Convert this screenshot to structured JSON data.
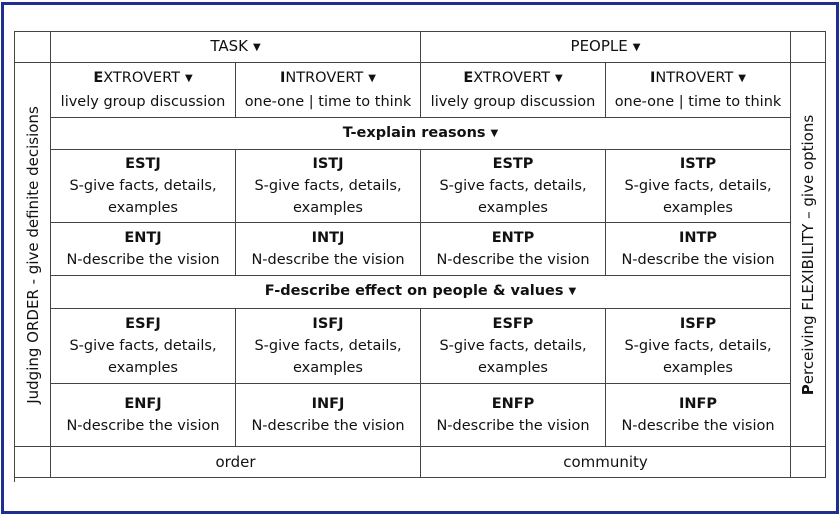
{
  "header": {
    "task": "TASK",
    "people": "PEOPLE"
  },
  "subheader": [
    {
      "letter": "E",
      "rest": "XTROVERT",
      "desc": "lively group discussion"
    },
    {
      "letter": "I",
      "rest": "NTROVERT",
      "desc": "one-one | time to think"
    },
    {
      "letter": "E",
      "rest": "XTROVERT",
      "desc": "lively group discussion"
    },
    {
      "letter": "I",
      "rest": "NTROVERT",
      "desc": "one-one | time to think"
    }
  ],
  "t_row": {
    "letter": "T",
    "text": "-explain reasons"
  },
  "f_row": {
    "letter": "F",
    "text": "-describe effect on people & values"
  },
  "types": {
    "estj": "ESTJ",
    "istj": "ISTJ",
    "estp": "ESTP",
    "istp": "ISTP",
    "entj": "ENTJ",
    "intj": "INTJ",
    "entp": "ENTP",
    "intp": "INTP",
    "esfj": "ESFJ",
    "isfj": "ISFJ",
    "esfp": "ESFP",
    "isfp": "ISFP",
    "enfj": "ENFJ",
    "infj": "INFJ",
    "enfp": "ENFP",
    "infp": "INFP"
  },
  "s_line1": "S-give facts, details,",
  "s_line2": "examples",
  "n_line": "N-describe the vision",
  "left_side": {
    "text": "Judging ORDER - give definite decisions"
  },
  "right_side": {
    "letter": "P",
    "text": "erceiving FLEXIBILITY – give options"
  },
  "footer": {
    "order": "order",
    "community": "community"
  },
  "icons": {
    "caret": "caret-down-icon"
  },
  "colors": {
    "border": "#1f2f8f"
  }
}
